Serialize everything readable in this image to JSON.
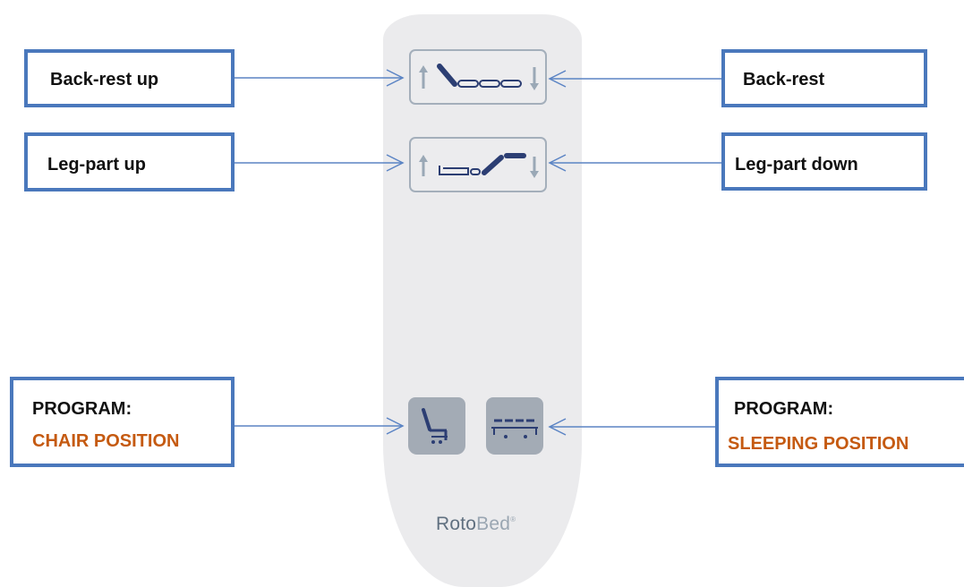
{
  "colors": {
    "accent": "#c55a11",
    "box_border": "#4a78bc",
    "arrow": "#5b84c4",
    "remote_body": "#ebebed",
    "program_button": "#a3abb5",
    "icon_dark": "#2c3e73"
  },
  "labels": {
    "back_rest_up": "Back-rest up",
    "back_rest": "Back-rest",
    "leg_part_up": "Leg-part up",
    "leg_part_down": "Leg-part down",
    "program_chair": {
      "title": "PROGRAM:",
      "value": "CHAIR POSITION"
    },
    "program_sleep": {
      "title": "PROGRAM:",
      "value": "SLEEPING POSITION"
    }
  },
  "remote": {
    "brand_part1": "Roto",
    "brand_part2": "Bed",
    "brand_mark": "®",
    "icons": {
      "back_rest_button": "back-rest-up-down-icon",
      "leg_part_button": "leg-part-up-down-icon",
      "chair_button": "chair-position-icon",
      "sleep_button": "sleeping-position-icon"
    }
  }
}
